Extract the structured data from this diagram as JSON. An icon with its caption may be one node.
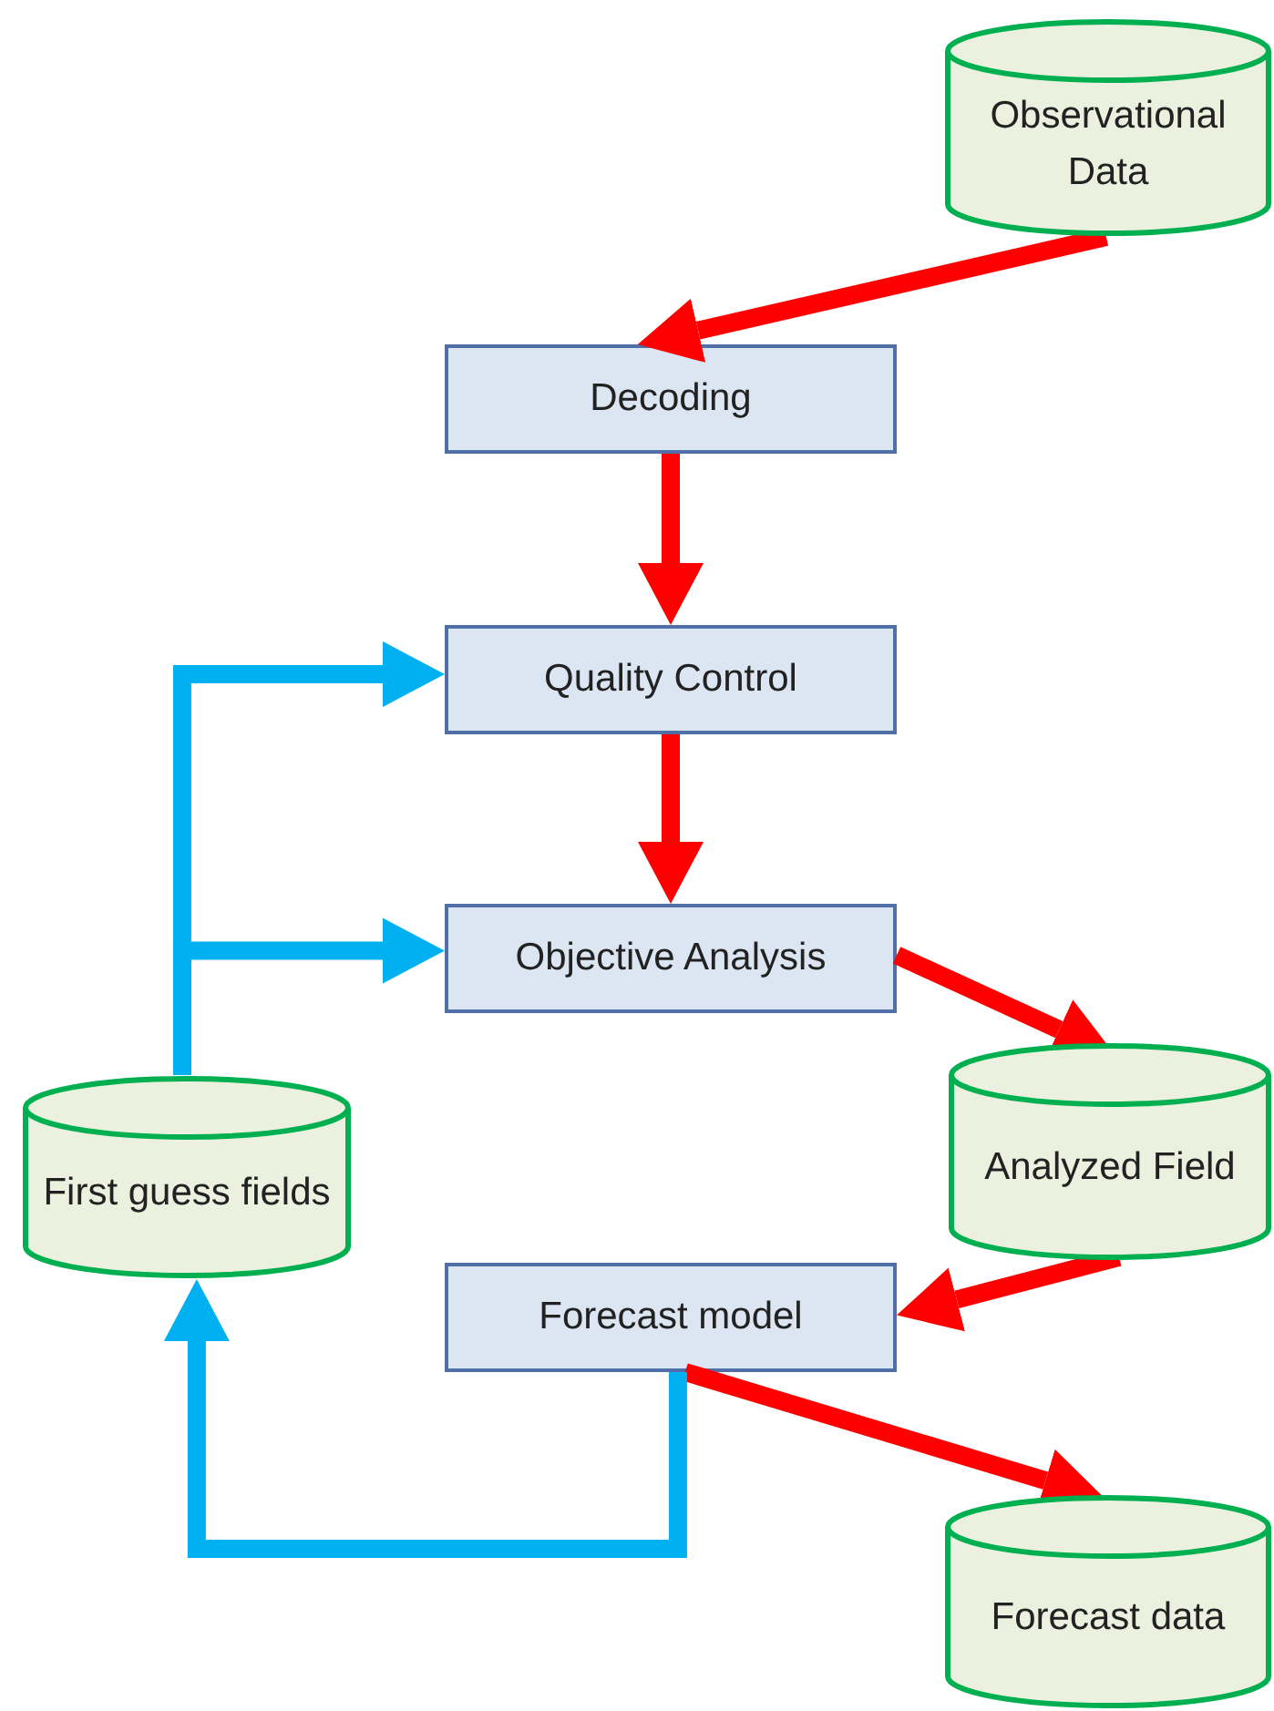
{
  "diagram": {
    "nodes": [
      {
        "text": [
          "Observational Data"
        ]
      },
      {
        "text": [
          "Decoding"
        ]
      },
      {
        "text": [
          "Quality Control"
        ]
      },
      {
        "text": [
          "Objective Analysis"
        ]
      },
      {
        "text": [
          "Analyzed Field"
        ]
      },
      {
        "text": [
          "First guess fields"
        ]
      },
      {
        "text": [
          "Forecast model"
        ]
      },
      {
        "text": [
          "Forecast data"
        ]
      }
    ],
    "edges": [
      {
        "from": 0,
        "to": 1,
        "arrow": "to"
      },
      {
        "from": 1,
        "to": 2,
        "arrow": "to"
      },
      {
        "from": 2,
        "to": 3,
        "arrow": "to"
      },
      {
        "from": 3,
        "to": 4,
        "arrow": "to"
      },
      {
        "from": 4,
        "to": 6,
        "arrow": "to"
      },
      {
        "from": 6,
        "to": 7,
        "arrow": "to"
      },
      {
        "from": 6,
        "to": 5,
        "arrow": "to",
        "color": "#00b0f0"
      },
      {
        "from": 5,
        "to": 2,
        "arrow": "to",
        "color": "#00b0f0"
      },
      {
        "from": 5,
        "to": 3,
        "arrow": "to",
        "color": "#00b0f0"
      }
    ]
  }
}
